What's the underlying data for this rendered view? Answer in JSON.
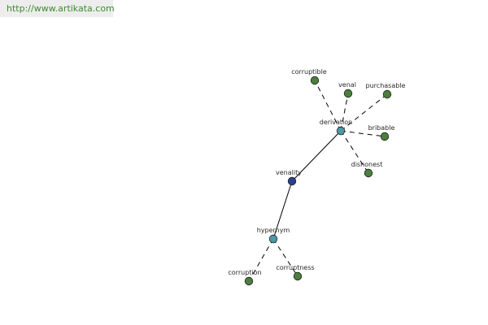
{
  "banner": {
    "url_text": "http://www.artikata.com"
  },
  "colors": {
    "root": "#2b3f8f",
    "relation": "#4a9aa8",
    "leaf": "#4a7f3c",
    "banner_text": "#3c8c2c"
  },
  "graph": {
    "nodes": [
      {
        "id": "venality",
        "label": "venality",
        "kind": "root"
      },
      {
        "id": "derivation",
        "label": "derivation",
        "kind": "relation"
      },
      {
        "id": "hypernym",
        "label": "hypernym",
        "kind": "relation"
      },
      {
        "id": "corruptible",
        "label": "corruptible",
        "kind": "leaf"
      },
      {
        "id": "venal",
        "label": "venal",
        "kind": "leaf"
      },
      {
        "id": "purchasable",
        "label": "purchasable",
        "kind": "leaf"
      },
      {
        "id": "bribable",
        "label": "bribable",
        "kind": "leaf"
      },
      {
        "id": "dishonest",
        "label": "dishonest",
        "kind": "leaf"
      },
      {
        "id": "corruption",
        "label": "corruption",
        "kind": "leaf"
      },
      {
        "id": "corruptness",
        "label": "corruptness",
        "kind": "leaf"
      }
    ],
    "edges": [
      {
        "from": "venality",
        "to": "derivation",
        "style": "solid"
      },
      {
        "from": "venality",
        "to": "hypernym",
        "style": "solid"
      },
      {
        "from": "derivation",
        "to": "corruptible",
        "style": "dashed"
      },
      {
        "from": "derivation",
        "to": "venal",
        "style": "dashed"
      },
      {
        "from": "derivation",
        "to": "purchasable",
        "style": "dashed"
      },
      {
        "from": "derivation",
        "to": "bribable",
        "style": "dashed"
      },
      {
        "from": "derivation",
        "to": "dishonest",
        "style": "dashed"
      },
      {
        "from": "hypernym",
        "to": "corruption",
        "style": "dashed"
      },
      {
        "from": "hypernym",
        "to": "corruptness",
        "style": "dashed"
      }
    ]
  }
}
